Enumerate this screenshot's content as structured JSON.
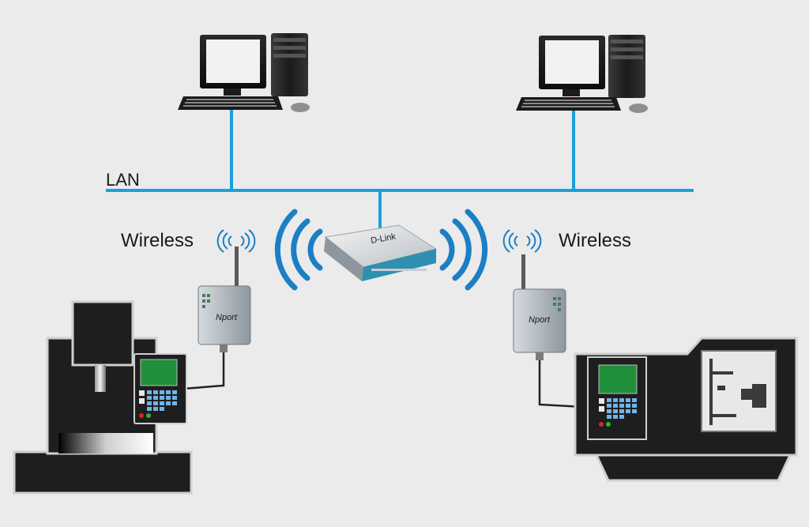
{
  "diagram": {
    "lan_label": "LAN",
    "wireless_left_label": "Wireless",
    "wireless_right_label": "Wireless",
    "router_brand": "D-Link",
    "nport_left_label": "Nport",
    "nport_right_label": "Nport"
  },
  "colors": {
    "background": "#ebebeb",
    "lan_line": "#1aa0dc",
    "wifi_waves": "#1c7fc4",
    "machine_body": "#1e1e1e",
    "screen_green": "#1f8f3a",
    "keypad_blue": "#6fb4e8"
  },
  "icons": [
    "desktop-computer-icon",
    "router-icon",
    "wifi-signal-icon",
    "nport-device-icon",
    "cnc-machine-icon"
  ]
}
